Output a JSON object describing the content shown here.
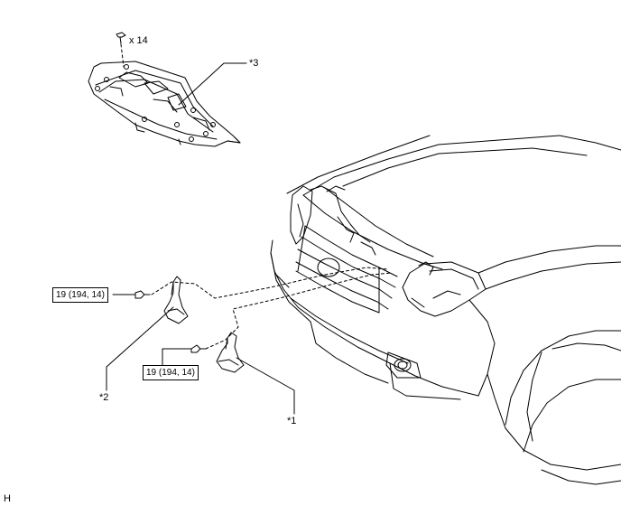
{
  "callouts": {
    "horn_1": "*1",
    "horn_2": "*2",
    "cover": "*3"
  },
  "clip_quantity": "x 14",
  "torque_values": {
    "horn_2_bolt": "19 (194, 14)",
    "horn_1_bolt": "19 (194, 14)"
  },
  "figure_code": "H",
  "colors": {
    "line": "#000000",
    "background": "#ffffff"
  }
}
